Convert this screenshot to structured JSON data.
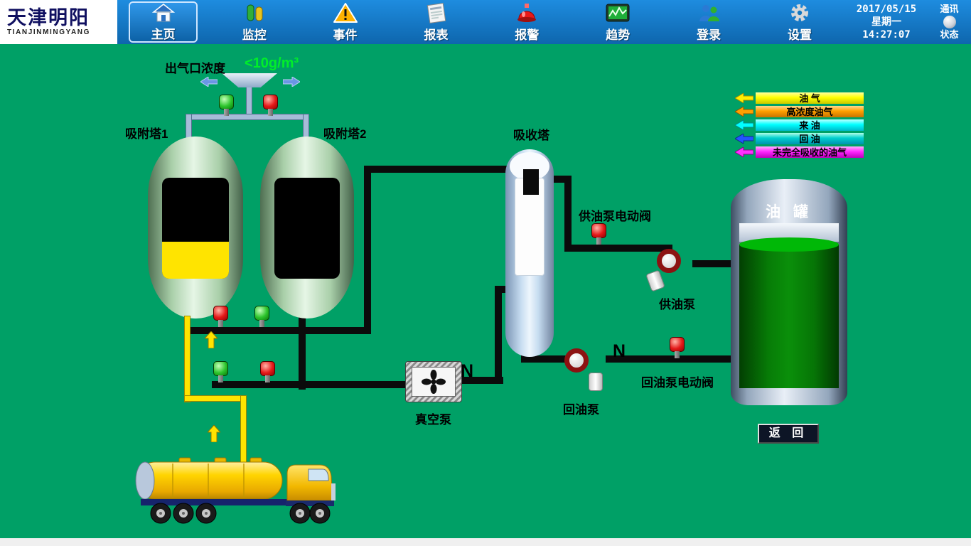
{
  "nav": {
    "logo": {
      "title": "天津明阳",
      "subtitle": "TIANJINMINGYANG"
    },
    "items": [
      {
        "label": "主页"
      },
      {
        "label": "监控"
      },
      {
        "label": "事件"
      },
      {
        "label": "报表"
      },
      {
        "label": "报警"
      },
      {
        "label": "趋势"
      },
      {
        "label": "登录"
      },
      {
        "label": "设置"
      }
    ],
    "datetime": {
      "date": "2017/05/15",
      "weekday": "星期一",
      "time": "14:27:07"
    },
    "comm": {
      "top": "通讯",
      "bottom": "状态"
    }
  },
  "process": {
    "outlet": {
      "label": "出气口浓度",
      "value": "<10g/m³"
    },
    "tower1": "吸附塔1",
    "tower2": "吸附塔2",
    "absorber": "吸收塔",
    "tank": "油 罐",
    "supply_valve": "供油泵电动阀",
    "supply_pump": "供油泵",
    "return_pump": "回油泵",
    "return_valve": "回油泵电动阀",
    "vacuum_pump": "真空泵",
    "back": "返 回",
    "flange_mark": "N",
    "legend": [
      {
        "label": "油 气",
        "color": "#ffff00"
      },
      {
        "label": "高浓度油气",
        "color": "#ffa000"
      },
      {
        "label": "来 油",
        "color": "#00ffff"
      },
      {
        "label": "回 油",
        "color": "#00c8c8"
      },
      {
        "label": "未完全吸收的油气",
        "color": "#ff00ff"
      }
    ]
  }
}
